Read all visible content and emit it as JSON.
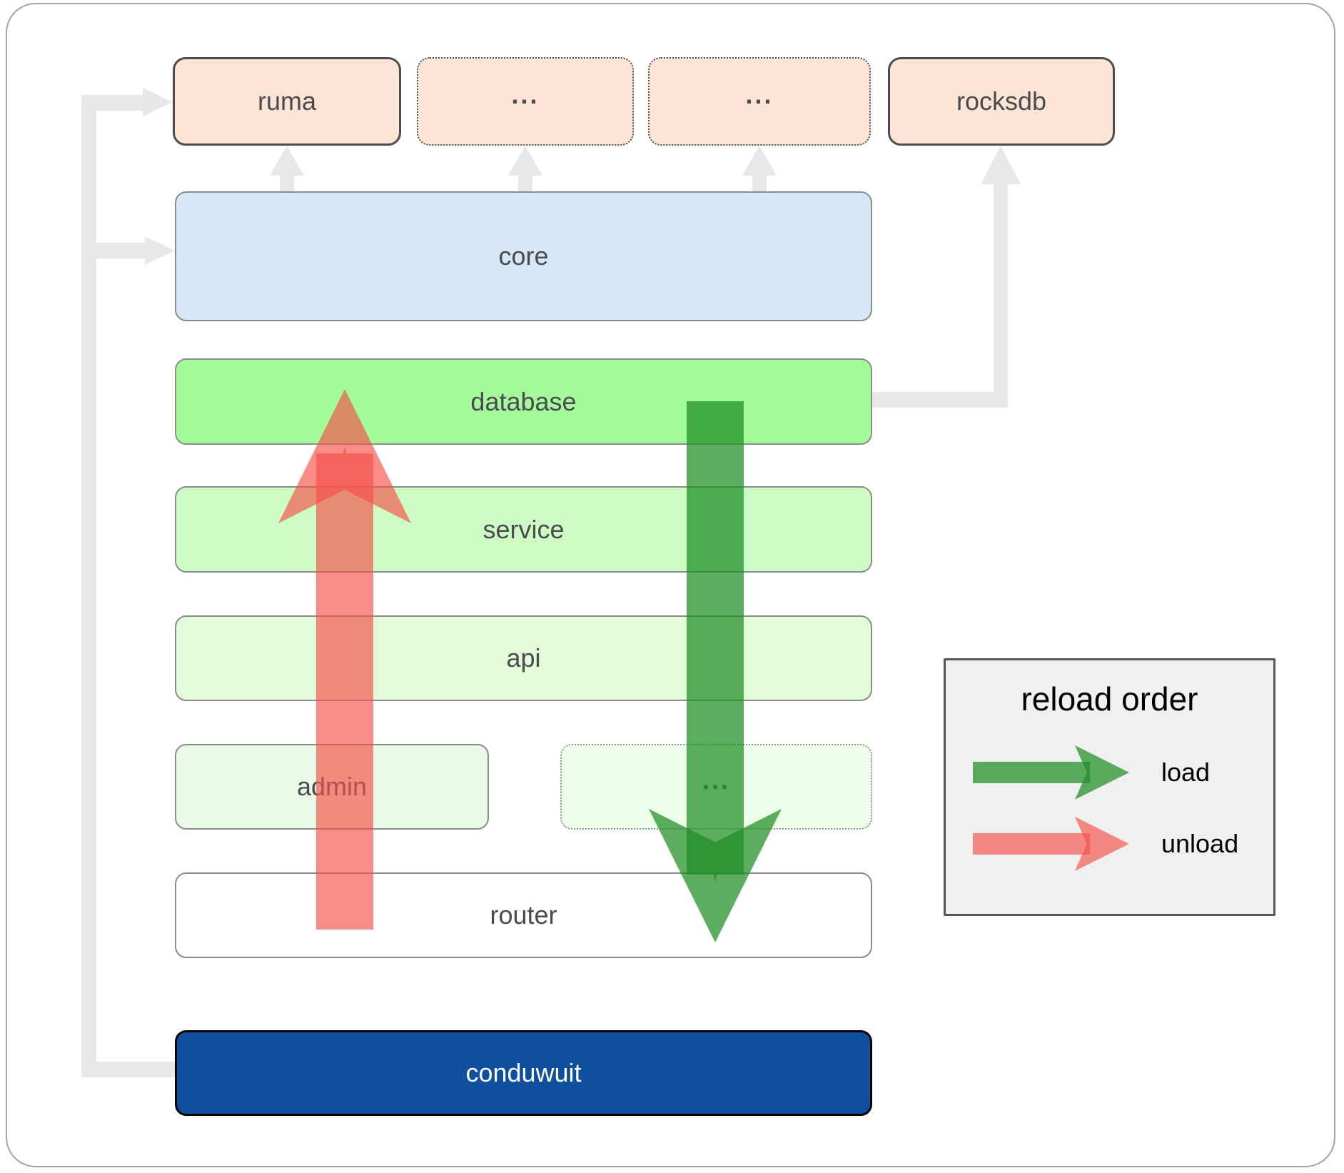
{
  "nodes": {
    "ruma": {
      "label": "ruma"
    },
    "ellipsis_top_left": {
      "label": "..."
    },
    "ellipsis_top_right": {
      "label": "..."
    },
    "rocksdb": {
      "label": "rocksdb"
    },
    "core": {
      "label": "core"
    },
    "database": {
      "label": "database"
    },
    "service": {
      "label": "service"
    },
    "api": {
      "label": "api"
    },
    "admin": {
      "label": "admin"
    },
    "ellipsis_admin_row": {
      "label": "..."
    },
    "router": {
      "label": "router"
    },
    "conduwuit": {
      "label": "conduwuit"
    }
  },
  "legend": {
    "title": "reload order",
    "load_label": "load",
    "unload_label": "unload"
  },
  "colors": {
    "node_peach": "#fce5d5",
    "node_blue": "#d6e7f8",
    "node_green_bright": "#a4fb9a",
    "node_green_light": "#cdfdc5",
    "node_green_lighter": "#e2fcda",
    "node_green_faint": "#e9fbe6",
    "node_green_faintest": "#ecfdea",
    "node_white": "#ffffff",
    "node_navy": "#0e4f9e",
    "load_arrow_green": "#1e8d24",
    "unload_arrow_red": "#f44e46",
    "connector_gray": "#e8e8e8"
  }
}
